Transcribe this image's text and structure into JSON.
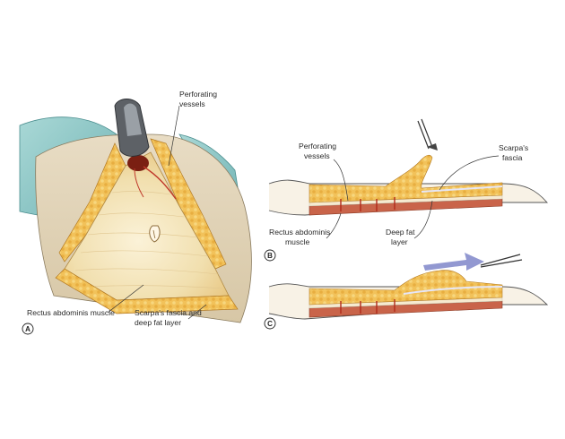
{
  "panels": {
    "a": {
      "letter": "A",
      "labels": {
        "perforating": [
          "Perforating",
          "vessels"
        ],
        "rectus": "Rectus abdominis muscle",
        "scarpa": [
          "Scarpa's fascia and",
          "deep fat layer"
        ]
      }
    },
    "b": {
      "letter": "B",
      "labels": {
        "perforating": [
          "Perforating",
          "vessels"
        ],
        "scarpa": [
          "Scarpa's",
          "fascia"
        ],
        "rectus": [
          "Rectus abdominis",
          "muscle"
        ],
        "deepfat": [
          "Deep fat",
          "layer"
        ]
      }
    },
    "c": {
      "letter": "C"
    }
  },
  "colors": {
    "fat": "#f2c25a",
    "fat_dark": "#d9962b",
    "muscle": "#c9644a",
    "muscle_light": "#e9a48c",
    "fascia": "#f6ead0",
    "skin": "#efe7d6",
    "drape": "#8fc7c7",
    "arrow": "#7f86c9",
    "outline": "#3a3a3a"
  }
}
